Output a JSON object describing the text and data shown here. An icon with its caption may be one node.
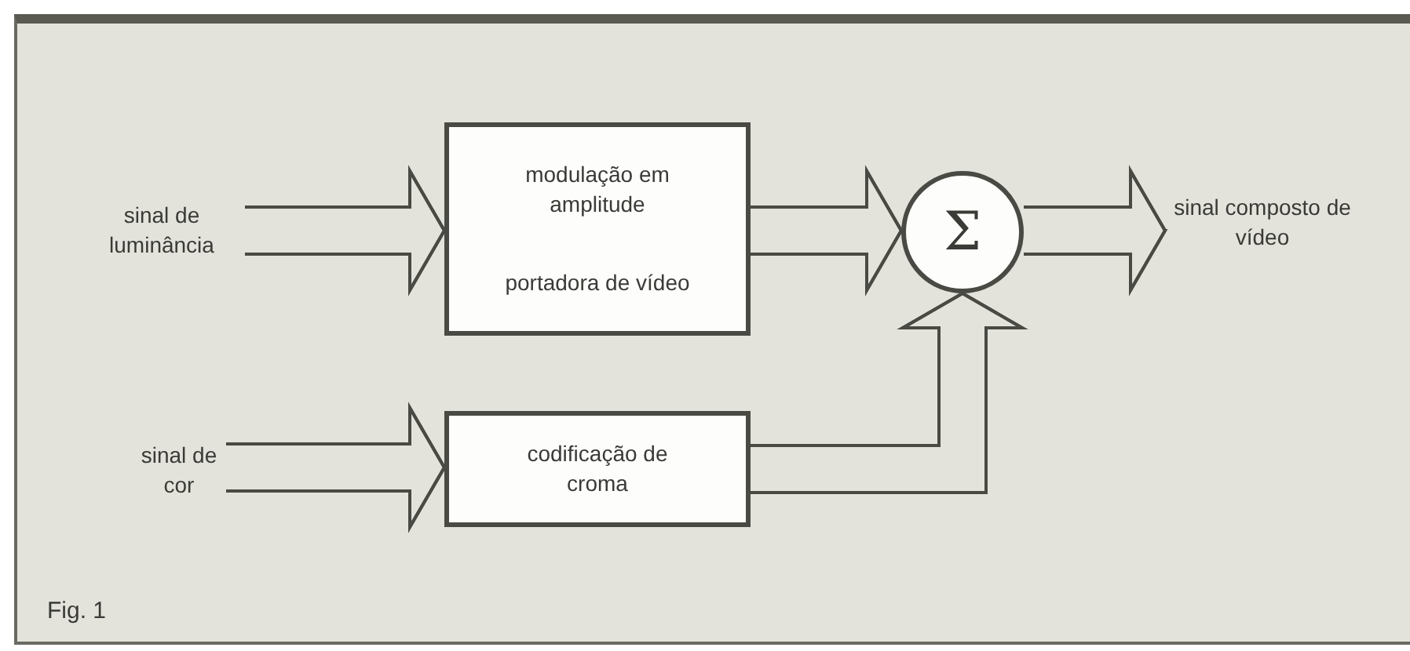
{
  "diagram": {
    "caption": "Fig. 1",
    "nodes": [
      {
        "text": [
          "sinal de luminância"
        ]
      },
      {
        "text": [
          "modulação em amplitude",
          "portadora de vídeo"
        ]
      },
      {
        "text": [
          "Σ"
        ]
      },
      {
        "text": [
          "sinal composto de vídeo"
        ]
      },
      {
        "text": [
          "sinal de cor"
        ]
      },
      {
        "text": [
          "codificação de croma"
        ]
      }
    ],
    "edges": [
      {
        "from": 0,
        "to": 1,
        "arrow": "to"
      },
      {
        "from": 1,
        "to": 2,
        "arrow": "to"
      },
      {
        "from": 2,
        "to": 3,
        "arrow": "to"
      },
      {
        "from": 4,
        "to": 5,
        "arrow": "to"
      },
      {
        "from": 5,
        "to": 2,
        "arrow": "to"
      }
    ]
  }
}
